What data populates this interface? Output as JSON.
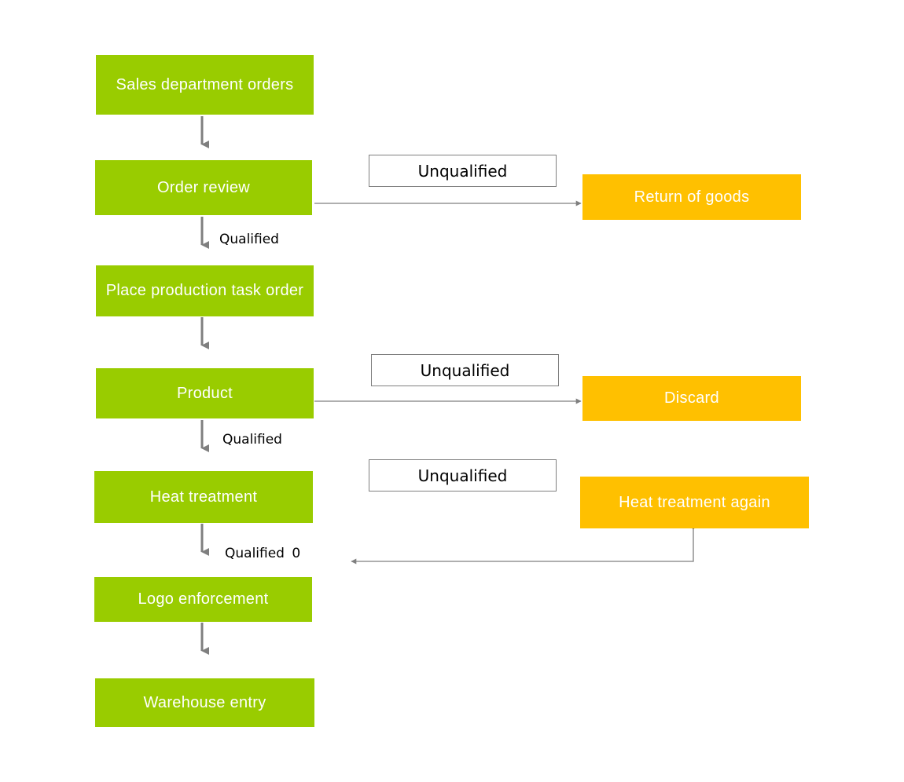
{
  "colors": {
    "process": "#99CC00",
    "exception": "#FFC000",
    "connector": "#7f7f7f"
  },
  "steps": {
    "sales_orders": "Sales department orders",
    "order_review": "Order review",
    "production_task": "Place production task order",
    "product": "Product",
    "heat_treatment": "Heat treatment",
    "logo_enforcement": "Logo enforcement",
    "warehouse_entry": "Warehouse entry"
  },
  "exceptions": {
    "return_goods": "Return of goods",
    "discard": "Discard",
    "heat_again": "Heat treatment again"
  },
  "conditions": {
    "unqualified_1": "Unqualified",
    "unqualified_2": "Unqualified",
    "unqualified_3": "Unqualified",
    "qualified_1": "Qualified",
    "qualified_2": "Qualified",
    "qualified_3": "Qualified",
    "qualified_3_suffix": "0"
  }
}
